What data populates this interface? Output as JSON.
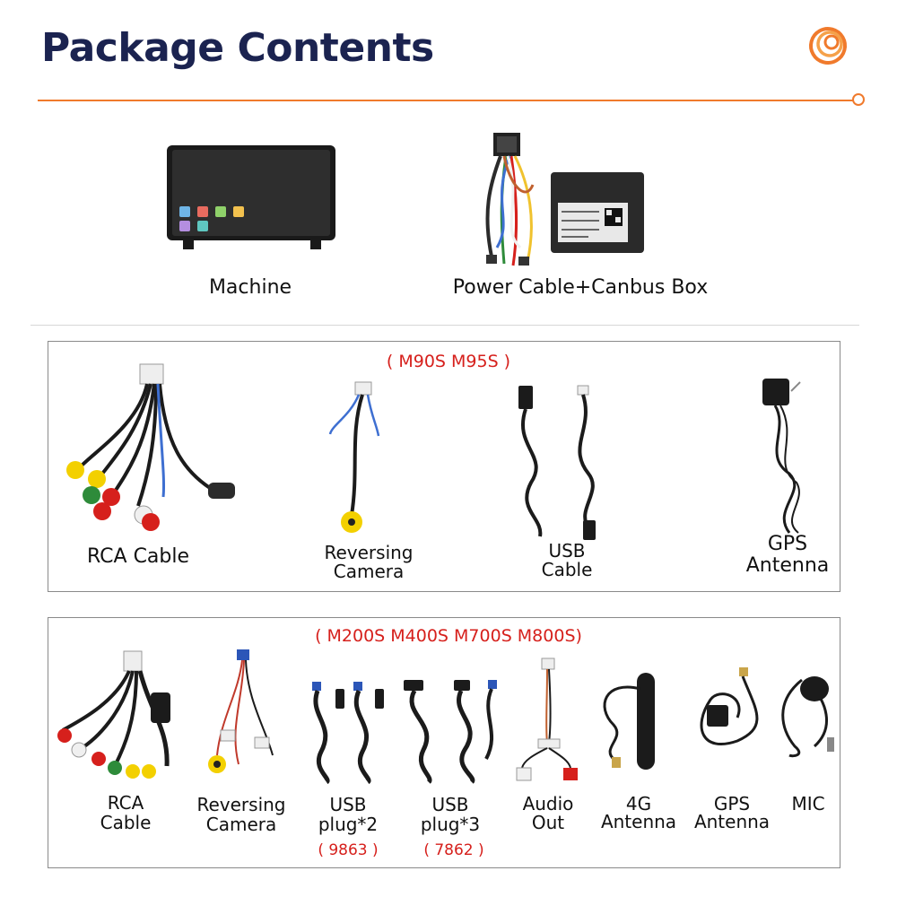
{
  "page": {
    "title": "Package Contents"
  },
  "top": {
    "machine": "Machine",
    "power": "Power Cable+Canbus Box"
  },
  "panel1": {
    "models": "( M90S M95S )",
    "rca": "RCA Cable",
    "rev_1": "Reversing",
    "rev_2": "Camera",
    "usb_1": "USB",
    "usb_2": "Cable",
    "gps_1": "GPS",
    "gps_2": "Antenna"
  },
  "panel2": {
    "models": "( M200S M400S M700S M800S)",
    "rca_1": "RCA",
    "rca_2": "Cable",
    "rev_1": "Reversing",
    "rev_2": "Camera",
    "usb2_1": "USB",
    "usb2_2": "plug*2",
    "usb2_code": "( 9863 )",
    "usb3_1": "USB",
    "usb3_2": "plug*3",
    "usb3_code": "( 7862 )",
    "audio_1": "Audio",
    "audio_2": "Out",
    "ant4g_1": "4G",
    "ant4g_2": "Antenna",
    "gps_1": "GPS",
    "gps_2": "Antenna",
    "mic": "MIC"
  },
  "colors": {
    "title": "#1b2350",
    "accent": "#f07a2c",
    "model_text": "#d6201c",
    "panel_border": "#8a8a8a"
  },
  "icons": [
    "brand-spiral-icon"
  ]
}
